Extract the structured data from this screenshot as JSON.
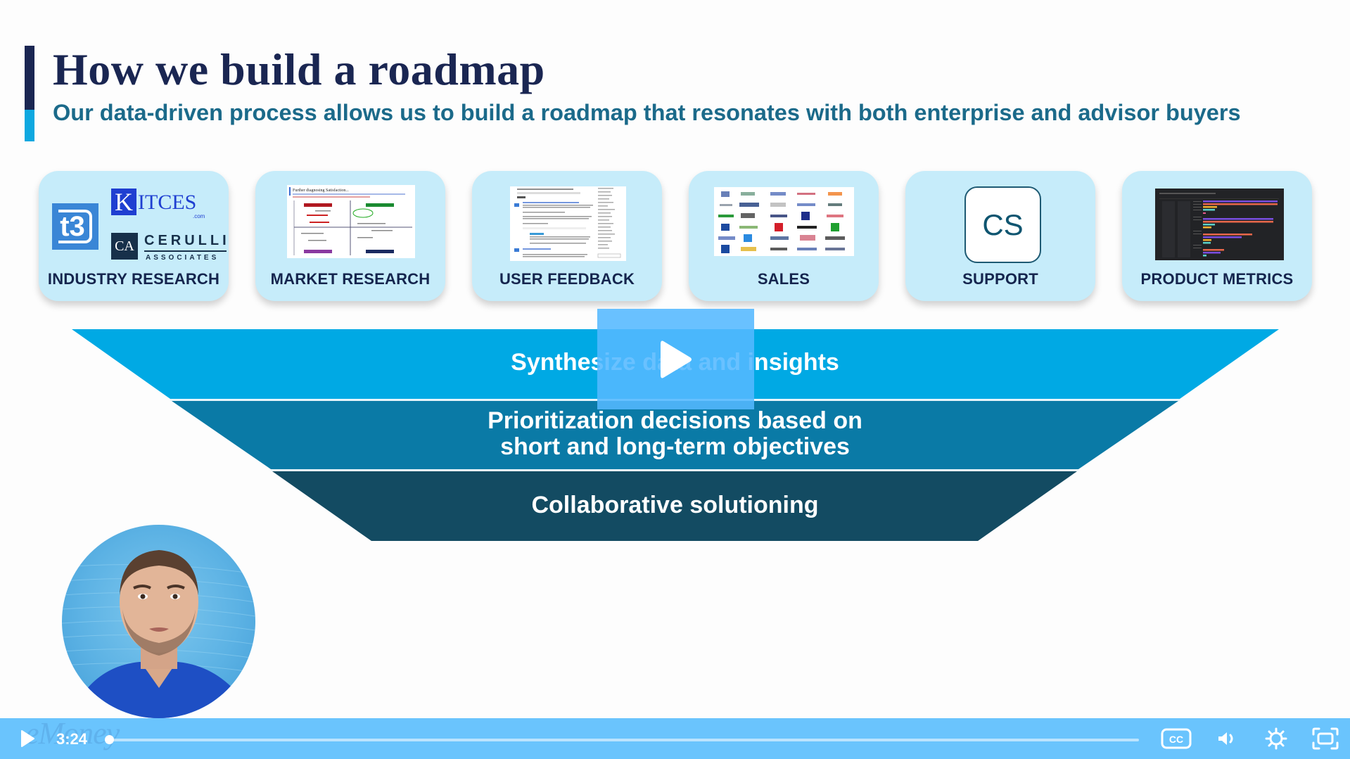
{
  "slide": {
    "title": "How we build a roadmap",
    "subtitle": "Our data-driven process allows us to build a roadmap that resonates with both enterprise and advisor buyers",
    "accent_colors": {
      "navy": "#1a2652",
      "cyan": "#0ea8e0",
      "teal_text": "#1b6a8a"
    }
  },
  "sources": [
    {
      "label": "INDUSTRY RESEARCH",
      "logos": [
        "t3",
        "KITCES.com",
        "CERULLI ASSOCIATES"
      ]
    },
    {
      "label": "MARKET RESEARCH",
      "thumbnail_heading": "Further diagnosing Satisfaction..."
    },
    {
      "label": "USER FEEDBACK"
    },
    {
      "label": "SALES"
    },
    {
      "label": "SUPPORT",
      "icon_text": "CS"
    },
    {
      "label": "PRODUCT METRICS"
    }
  ],
  "logos": {
    "t3": "t3",
    "kitces_k": "K",
    "kitces_rest": "ITCES",
    "kitces_com": ".com",
    "ca": "CA",
    "cerulli": "CERULLI",
    "associates": "ASSOCIATES"
  },
  "funnel": {
    "levels": [
      {
        "text": "Synthesize data and insights",
        "color": "#00a9e4"
      },
      {
        "text_line1": "Prioritization decisions based on",
        "text_line2": "short and long-term objectives",
        "color": "#0a7aa6"
      },
      {
        "text": "Collaborative solutioning",
        "color": "#134b62"
      }
    ]
  },
  "player": {
    "current_time": "3:24",
    "progress_fraction": 0.0,
    "watermark": "eMoney",
    "buttons": {
      "play": "play-icon",
      "cc": "CC",
      "volume": "volume-icon",
      "settings": "gear-icon",
      "fullscreen": "fullscreen-icon"
    },
    "bar_color": "#6ac4fd"
  }
}
